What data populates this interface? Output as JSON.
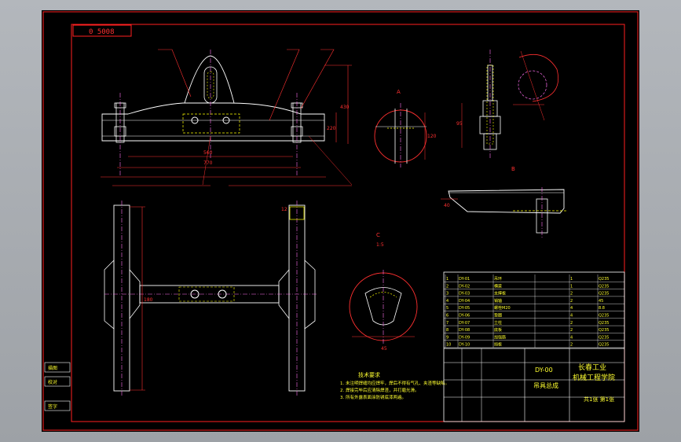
{
  "drawing": {
    "code_box": "0 5008",
    "notes_title": "技术要求",
    "notes": [
      "1. 未注明焊缝均应焊牢，焊后不得有气孔、夹渣等缺陷。",
      "2. 焊接完毕后应清除焊渣，并打磨光滑。",
      "3. 所有外露表面涂防锈底漆两遍。"
    ],
    "side_boxes": [
      "描图",
      "校对",
      "签字"
    ],
    "section_marks": {
      "a": "A",
      "b": "B",
      "c": "C",
      "scale": "1:5"
    },
    "dims": [
      "770",
      "560",
      "430",
      "220",
      "180",
      "120",
      "95",
      "45",
      "40",
      "12"
    ]
  },
  "title_block": {
    "part_name": "吊具总成",
    "company_line1": "长春工业",
    "company_line2": "机械工程学院",
    "drawing_no": "DY-00",
    "sheet_label": "共1张 第1张",
    "rows": [
      [
        "1",
        "DY-01",
        "吊环",
        "1",
        "Q235"
      ],
      [
        "2",
        "DY-02",
        "横梁",
        "1",
        "Q235"
      ],
      [
        "3",
        "DY-03",
        "支撑板",
        "2",
        "Q235"
      ],
      [
        "4",
        "DY-04",
        "销轴",
        "2",
        "45"
      ],
      [
        "5",
        "DY-05",
        "螺栓M20",
        "4",
        "8.8"
      ],
      [
        "6",
        "DY-06",
        "垫圈",
        "4",
        "Q235"
      ],
      [
        "7",
        "DY-07",
        "立柱",
        "2",
        "Q235"
      ],
      [
        "8",
        "DY-08",
        "底板",
        "2",
        "Q235"
      ],
      [
        "9",
        "DY-09",
        "加强筋",
        "4",
        "Q235"
      ],
      [
        "10",
        "DY-10",
        "挡板",
        "2",
        "Q235"
      ]
    ]
  },
  "colors": {
    "frame": "#ff2020",
    "outline": "#ffffff",
    "dim": "#ff3030",
    "center": "#ff6ff0",
    "hidden": "#ffff00",
    "text": "#ffff30",
    "cyan": "#00ffff"
  }
}
